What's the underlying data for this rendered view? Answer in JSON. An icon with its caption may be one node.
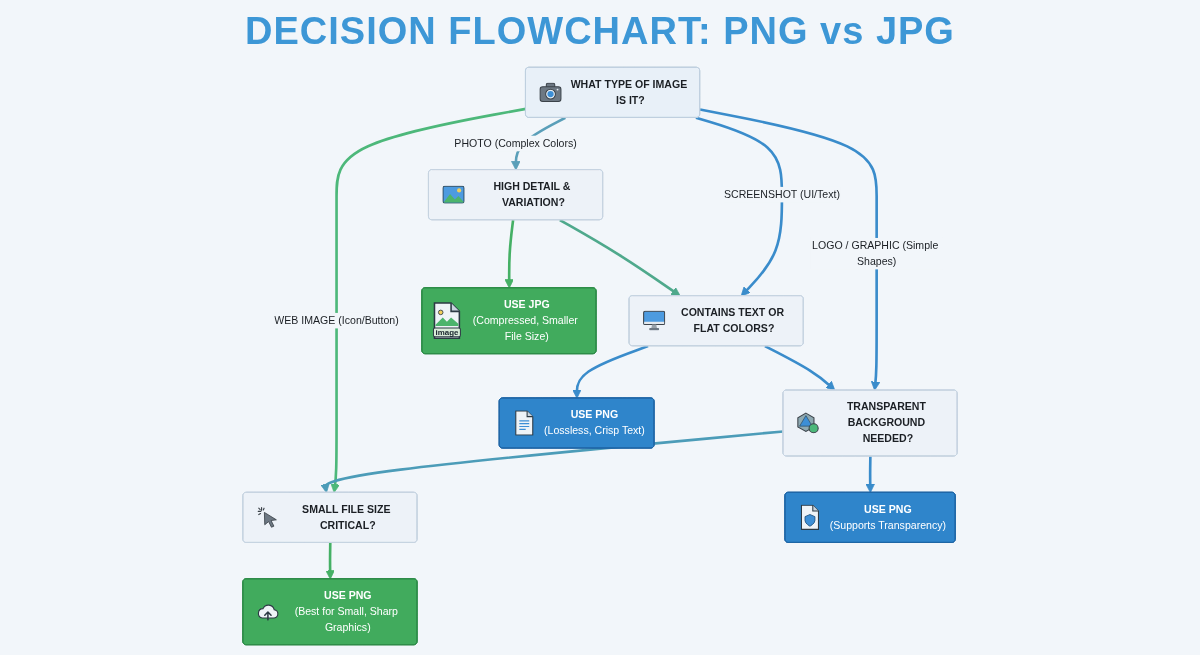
{
  "diagram": {
    "title": "DECISION FLOWCHART: PNG vs JPG",
    "nodes": [
      {
        "text": [
          "WHAT TYPE OF IMAGE IS IT?"
        ]
      },
      {
        "text": [
          "HIGH DETAIL & VARIATION?"
        ]
      },
      {
        "text": [
          "CONTAINS TEXT OR FLAT COLORS?"
        ]
      },
      {
        "text": [
          "TRANSPARENT BACKGROUND NEEDED?"
        ]
      },
      {
        "text": [
          "SMALL FILE SIZE CRITICAL?"
        ]
      },
      {
        "text": [
          "USE JPG",
          "(Compressed, Smaller File Size)"
        ]
      },
      {
        "text": [
          "USE PNG",
          "(Lossless, Crisp Text)"
        ]
      },
      {
        "text": [
          "USE PNG",
          "(Supports Transparency)"
        ]
      },
      {
        "text": [
          "USE PNG",
          "(Best for Small, Sharp Graphics)"
        ]
      }
    ],
    "edges": [
      {
        "from": 0,
        "to": 1,
        "arrow": "to",
        "label": "PHOTO (Complex Colors)",
        "color": "#5a9fb9"
      },
      {
        "from": 0,
        "to": 2,
        "arrow": "to",
        "label": "SCREENSHOT (UI/Text)"
      },
      {
        "from": 0,
        "to": 3,
        "arrow": "to",
        "label": "LOGO / GRAPHIC (Simple Shapes)"
      },
      {
        "from": 0,
        "to": 4,
        "arrow": "to",
        "label": "WEB IMAGE (Icon/Button)",
        "color": "#4db87a"
      },
      {
        "from": 1,
        "to": 2,
        "arrow": "to",
        "color": "#4fa98c"
      },
      {
        "from": 2,
        "to": 3,
        "arrow": "to"
      },
      {
        "from": 3,
        "to": 4,
        "arrow": "to",
        "color": "#4c9cb8"
      },
      {
        "from": 1,
        "to": 5,
        "arrow": "to",
        "color": "#45b065"
      },
      {
        "from": 2,
        "to": 6,
        "arrow": "to"
      },
      {
        "from": 3,
        "to": 7,
        "arrow": "to"
      },
      {
        "from": 4,
        "to": 8,
        "arrow": "to",
        "color": "#45b065"
      }
    ],
    "labels": [
      "image"
    ]
  }
}
